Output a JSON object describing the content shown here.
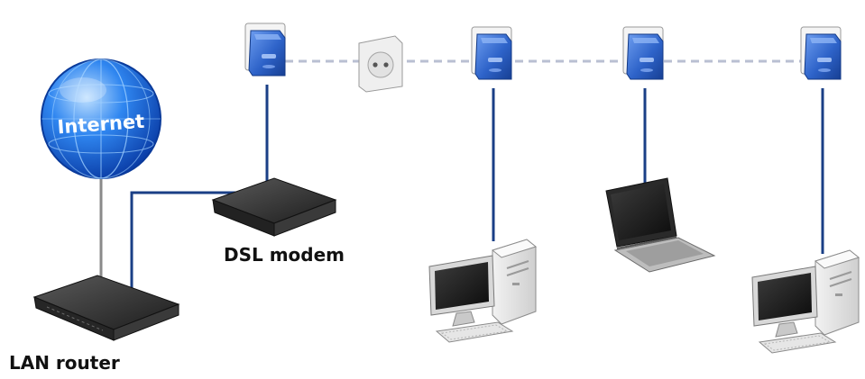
{
  "labels": {
    "internet": "Internet",
    "dsl_modem": "DSL modem",
    "lan_router": "LAN router"
  },
  "colors": {
    "cable": "#1a3f86",
    "gray_wire": "#8a8a8a",
    "powerline_dash": "#b9bfd2",
    "adapter_blue": "#2e63c9",
    "globe_blue": "#1f6fe0"
  },
  "icons": [
    "globe-icon",
    "powerline-adapter-icon",
    "wall-socket-icon",
    "modem-icon",
    "router-icon",
    "desktop-computer-icon",
    "laptop-icon"
  ]
}
